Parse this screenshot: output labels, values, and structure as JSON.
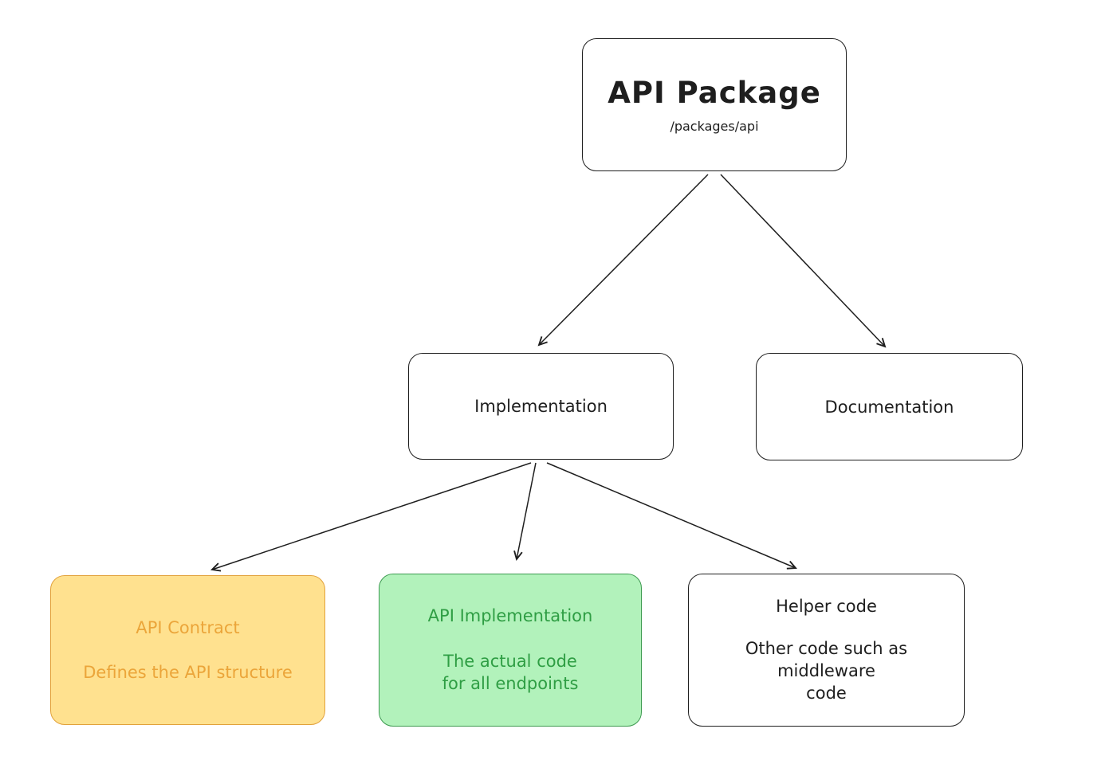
{
  "diagram": {
    "type": "tree",
    "background": "#ffffff",
    "stroke_color": "#1e1e1e",
    "nodes": {
      "api_package": {
        "title": "API Package",
        "subtitle": "/packages/api",
        "fill": "#ffffff",
        "border": "#1e1e1e",
        "text_color": "#1e1e1e"
      },
      "implementation": {
        "label": "Implementation",
        "fill": "#ffffff",
        "border": "#1e1e1e",
        "text_color": "#1e1e1e"
      },
      "documentation": {
        "label": "Documentation",
        "fill": "#ffffff",
        "border": "#1e1e1e",
        "text_color": "#1e1e1e"
      },
      "api_contract": {
        "title": "API Contract",
        "description": "Defines the API structure",
        "fill": "#ffe18f",
        "border": "#e2a23c",
        "text_color": "#eba53a"
      },
      "api_implementation": {
        "title": "API Implementation",
        "description": "The actual code\nfor all endpoints",
        "fill": "#b2f2bb",
        "border": "#3d9a50",
        "text_color": "#2f9e44"
      },
      "helper_code": {
        "title": "Helper code",
        "description": "Other code such as\nmiddleware\ncode",
        "fill": "#ffffff",
        "border": "#1e1e1e",
        "text_color": "#1e1e1e"
      }
    },
    "edges": [
      {
        "from": "api_package",
        "to": "implementation"
      },
      {
        "from": "api_package",
        "to": "documentation"
      },
      {
        "from": "implementation",
        "to": "api_contract"
      },
      {
        "from": "implementation",
        "to": "api_implementation"
      },
      {
        "from": "implementation",
        "to": "helper_code"
      }
    ]
  }
}
